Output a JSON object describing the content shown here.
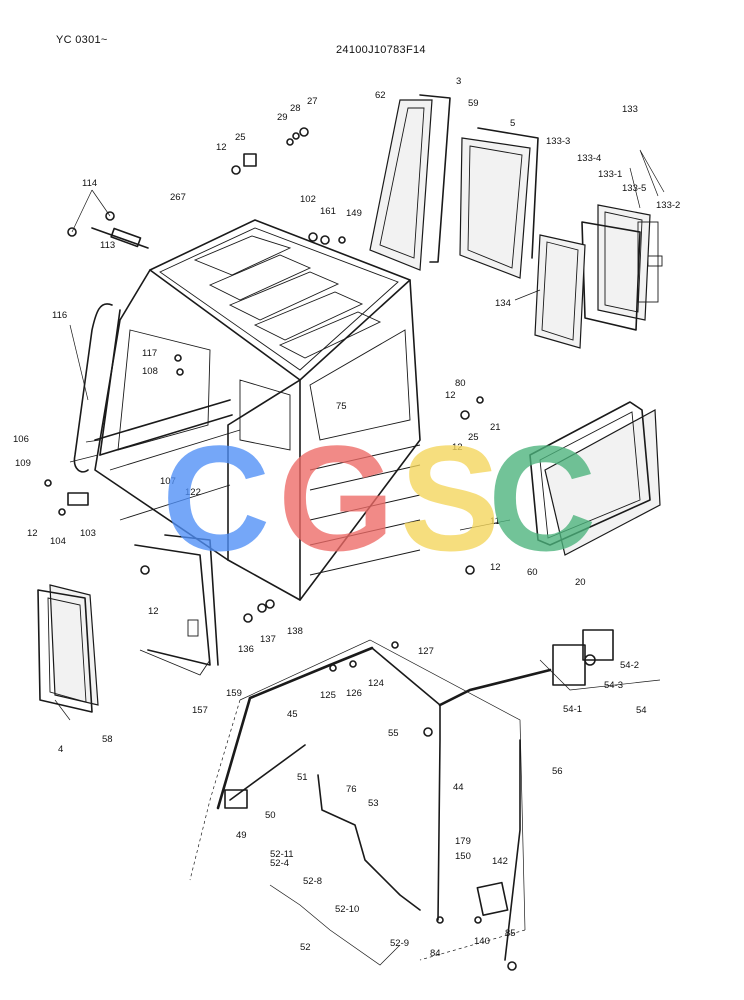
{
  "header": {
    "serial_range": "YC 0301~",
    "drawing_number": "24100J10783F14"
  },
  "watermark": {
    "letters": [
      {
        "char": "C",
        "color": "#4f8ff7"
      },
      {
        "char": "G",
        "color": "#ee6a66"
      },
      {
        "char": "S",
        "color": "#f4d55a"
      },
      {
        "char": "C",
        "color": "#4bb37c"
      }
    ]
  },
  "labels": [
    "3",
    "62",
    "59",
    "5",
    "133",
    "133-3",
    "133-4",
    "133-1",
    "133-5",
    "133-2",
    "12",
    "25",
    "29",
    "28",
    "27",
    "114",
    "113",
    "267",
    "102",
    "161",
    "149",
    "134",
    "116",
    "117",
    "108",
    "75",
    "80",
    "12",
    "21",
    "25",
    "12",
    "106",
    "109",
    "107",
    "122",
    "11",
    "12",
    "60",
    "20",
    "12",
    "104",
    "103",
    "12",
    "136",
    "137",
    "138",
    "127",
    "54-2",
    "54-3",
    "54",
    "54-1",
    "159",
    "157",
    "125",
    "126",
    "124",
    "45",
    "55",
    "4",
    "58",
    "56",
    "51",
    "50",
    "49",
    "76",
    "53",
    "44",
    "179",
    "150",
    "142",
    "52-11",
    "52-4",
    "52-8",
    "52-10",
    "52",
    "52-9",
    "84",
    "140",
    "85"
  ]
}
